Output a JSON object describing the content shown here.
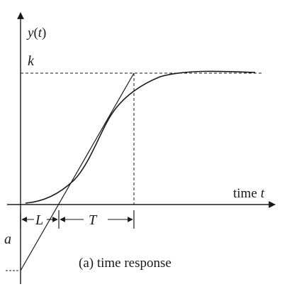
{
  "labels": {
    "y_axis": "y",
    "y_axis_open": "(",
    "y_axis_var": "t",
    "y_axis_close": ")",
    "k": "k",
    "time_word": "time",
    "time_var": "t",
    "a": "a",
    "L": "L",
    "T": "T",
    "caption": "(a) time response"
  },
  "colors": {
    "line": "#1a1a1a",
    "background": "#ffffff"
  }
}
